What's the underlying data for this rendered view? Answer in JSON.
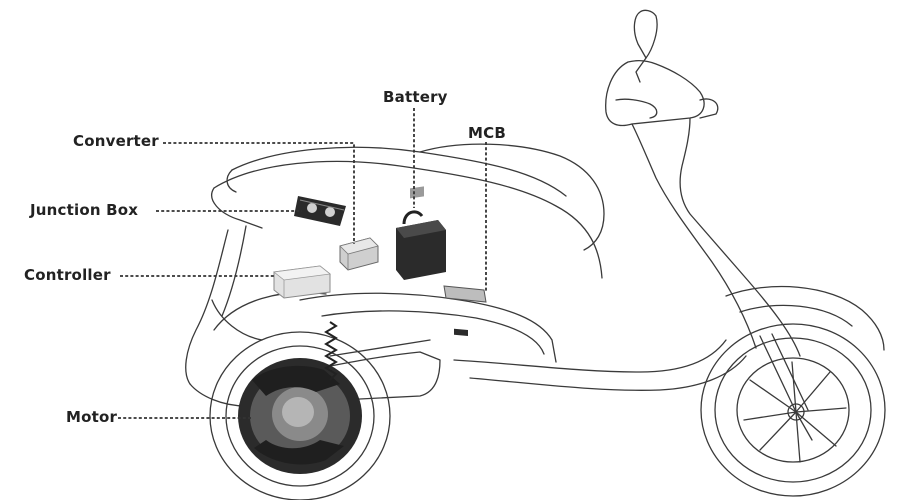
{
  "labels": {
    "battery": "Battery",
    "mcb": "MCB",
    "converter": "Converter",
    "junction_box": "Junction Box",
    "controller": "Controller",
    "motor": "Motor"
  },
  "colors": {
    "line_art": "#3a3a3a",
    "component_dark": "#2b2b2b",
    "component_light": "#d9d9d9",
    "leader_line": "#333333"
  }
}
